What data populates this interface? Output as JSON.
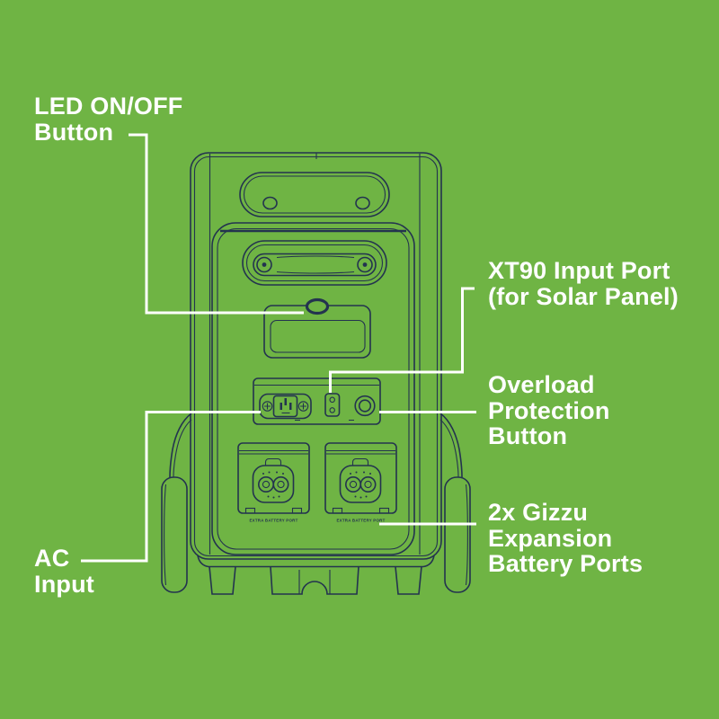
{
  "colors": {
    "background": "#6fb444",
    "line": "#23334f",
    "label_text": "#ffffff"
  },
  "labels": {
    "led": "LED ON/OFF\nButton",
    "xt90": "XT90 Input Port\n(for Solar Panel)",
    "overload": "Overload\nProtection\nButton",
    "battery": "2x Gizzu Expansion\nBattery Ports",
    "ac": "AC\nInput"
  },
  "device": {
    "port_label": "EXTRA BATTERY PORT"
  }
}
